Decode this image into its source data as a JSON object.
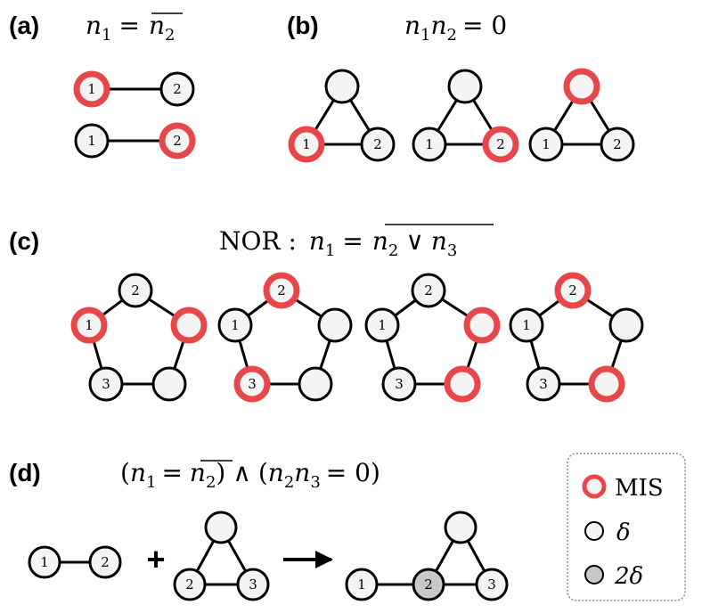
{
  "panels": {
    "a": {
      "label": "(a)",
      "n1": "n",
      "sub1": "1",
      "eq": "=",
      "n2": "n",
      "sub2": "2"
    },
    "b": {
      "label": "(b)",
      "n1": "n",
      "sub1": "1",
      "n2": "n",
      "sub2": "2",
      "eq": "= 0"
    },
    "c": {
      "label": "(c)",
      "prefix": "NOR :",
      "n1": "n",
      "sub1": "1",
      "eq": "=",
      "n2": "n",
      "sub2": "2",
      "or": "∨",
      "n3": "n",
      "sub3": "3"
    },
    "d": {
      "label": "(d)",
      "lp": "(",
      "n1": "n",
      "sub1": "1",
      "eq": "=",
      "n2": "n",
      "sub2": "2",
      "rp": ")",
      "and": "∧",
      "lp2": "(",
      "n2b": "n",
      "sub2b": "2",
      "n3": "n",
      "sub3": "3",
      "eq2": "= 0)",
      "plus": "+"
    }
  },
  "node_labels": {
    "one": "1",
    "two": "2",
    "three": "3"
  },
  "legend": {
    "items": [
      {
        "label": "MIS"
      },
      {
        "label": "δ"
      },
      {
        "label": "2δ"
      }
    ]
  },
  "colors": {
    "mis": "#e8474a",
    "node_fill": "#f4f4f4",
    "node_fill_2delta": "#c8c8c8",
    "edge": "#000000"
  }
}
